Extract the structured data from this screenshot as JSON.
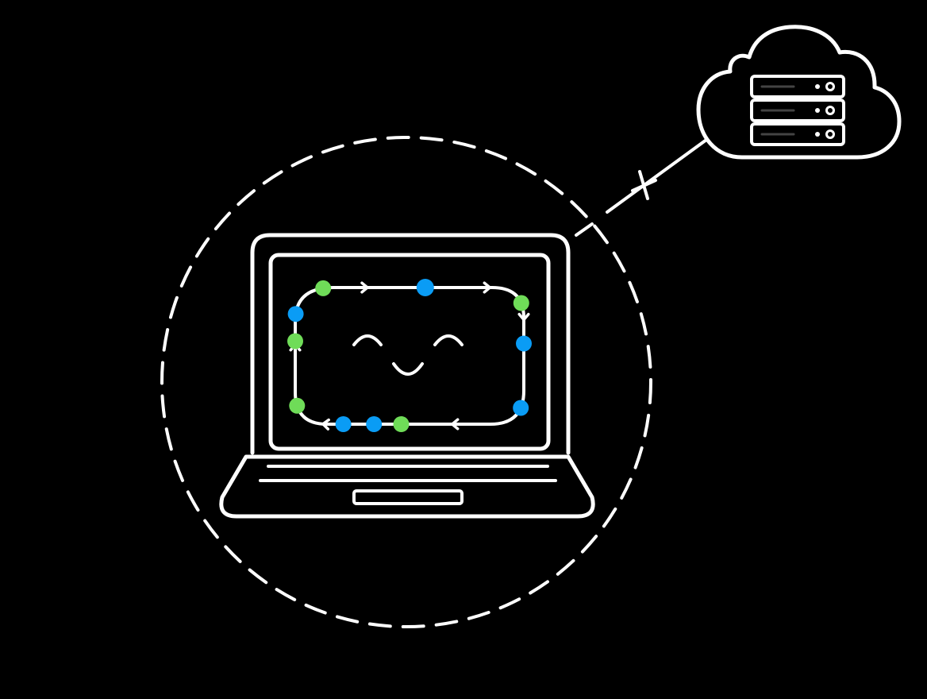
{
  "diagram": {
    "background_color": "#000000",
    "stroke_color": "#ffffff",
    "node_colors": {
      "blue": "#0a9cf5",
      "green": "#6fdc58"
    },
    "elements": {
      "local_boundary": "dashed-circle",
      "device": "laptop-icon",
      "device_expression": "smiley-face-icon",
      "local_process": "cyclic-loop-with-nodes",
      "connection": "disconnected-link",
      "connection_state": "cut",
      "remote": "cloud-icon",
      "remote_contents": "server-rack-icon"
    },
    "loop_nodes": [
      {
        "name": "loop-node-top",
        "color": "blue"
      },
      {
        "name": "loop-node-right-upper",
        "color": "green"
      },
      {
        "name": "loop-node-right-middle",
        "color": "blue"
      },
      {
        "name": "loop-node-right-lower",
        "color": "blue"
      },
      {
        "name": "loop-node-bottom-1",
        "color": "green"
      },
      {
        "name": "loop-node-bottom-2",
        "color": "blue"
      },
      {
        "name": "loop-node-bottom-3",
        "color": "blue"
      },
      {
        "name": "loop-node-bottom-4",
        "color": "green"
      },
      {
        "name": "loop-node-left-lower",
        "color": "green"
      },
      {
        "name": "loop-node-left-middle",
        "color": "blue"
      },
      {
        "name": "loop-node-left-upper",
        "color": "green"
      }
    ],
    "server_units": 3
  }
}
